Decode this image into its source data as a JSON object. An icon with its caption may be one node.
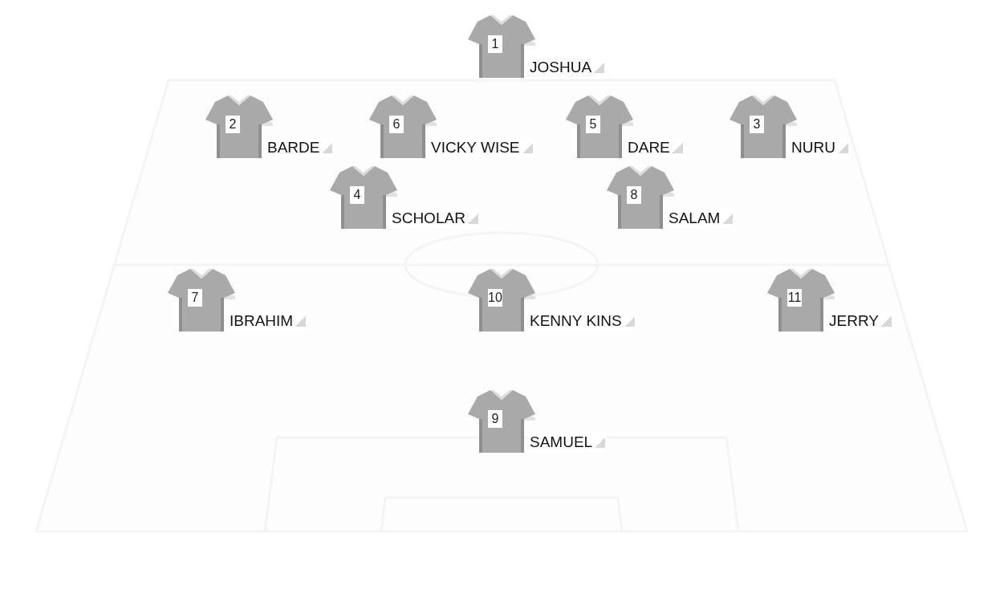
{
  "diagram": {
    "nodes": [
      {
        "text": [
          "1",
          "JOSHUA"
        ]
      },
      {
        "text": [
          "2",
          "BARDE"
        ]
      },
      {
        "text": [
          "6",
          "VICKY WISE"
        ]
      },
      {
        "text": [
          "5",
          "DARE"
        ]
      },
      {
        "text": [
          "3",
          "NURU"
        ]
      },
      {
        "text": [
          "4",
          "SCHOLAR"
        ]
      },
      {
        "text": [
          "8",
          "SALAM"
        ]
      },
      {
        "text": [
          "7",
          "IBRAHIM"
        ]
      },
      {
        "text": [
          "10",
          "KENNY KINS"
        ]
      },
      {
        "text": [
          "11",
          "JERRY"
        ]
      },
      {
        "text": [
          "9",
          "SAMUEL"
        ]
      }
    ]
  }
}
